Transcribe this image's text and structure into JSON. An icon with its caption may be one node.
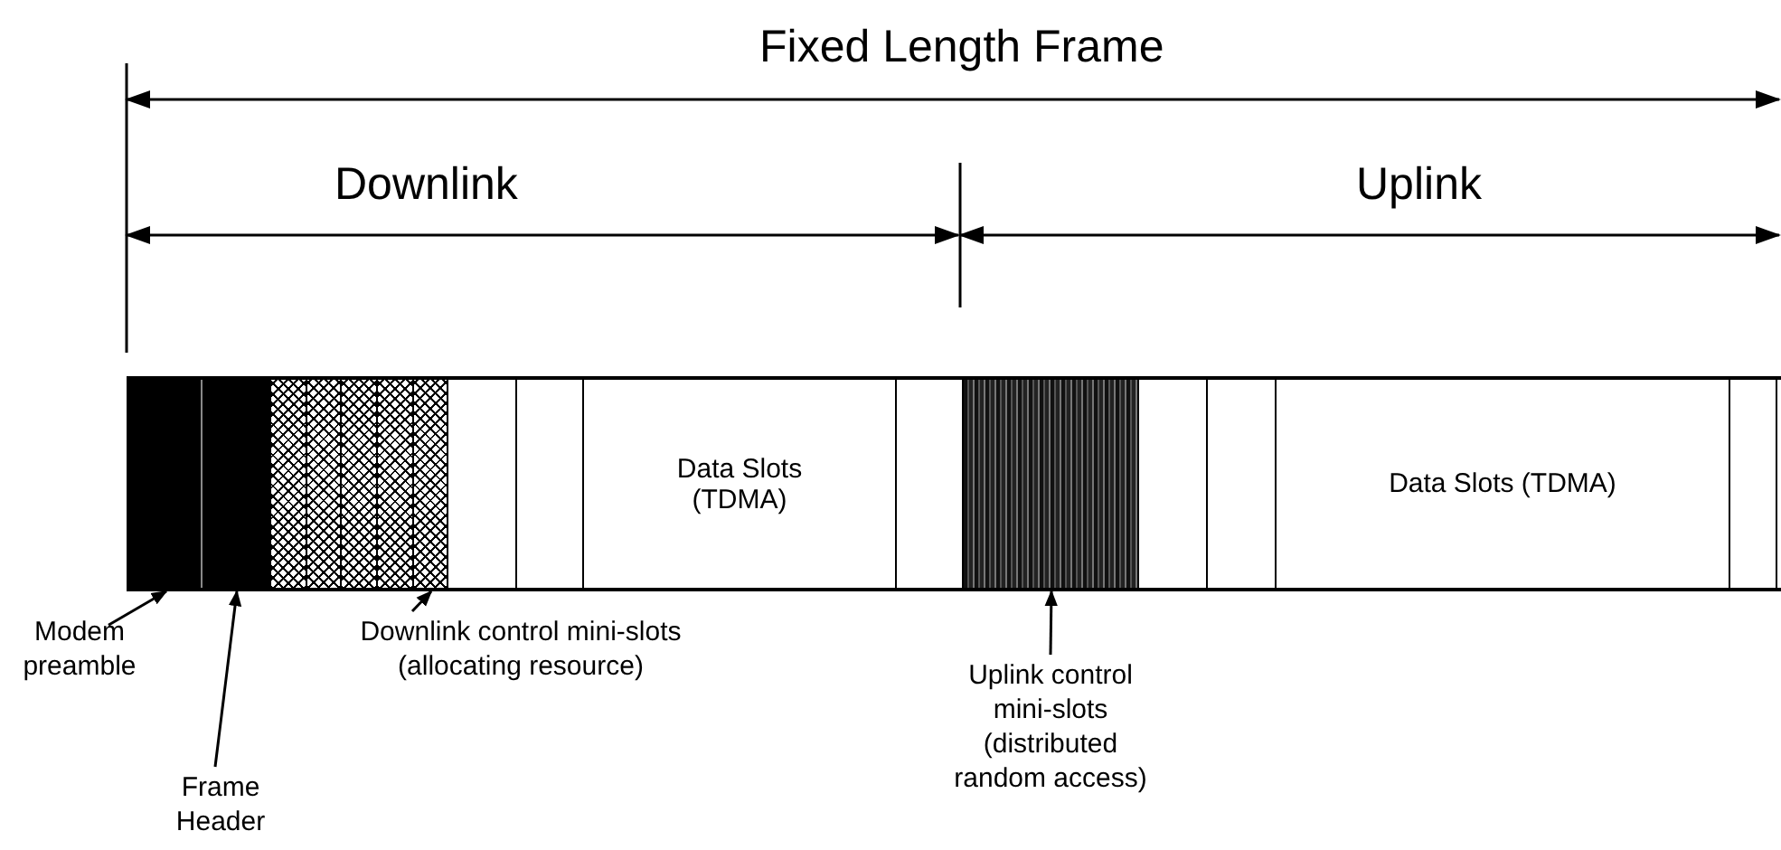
{
  "diagram": {
    "nodes": [
      {
        "text": [],
        "shape": "bar"
      },
      {
        "text": [],
        "shape": "box",
        "in": 0
      },
      {
        "text": [],
        "shape": "box",
        "in": 0
      },
      {
        "text": [],
        "shape": "box",
        "in": 0
      },
      {
        "text": [],
        "shape": "box",
        "in": 0
      },
      {
        "text": [],
        "shape": "box",
        "in": 0
      },
      {
        "text": [],
        "shape": "box",
        "in": 0
      },
      {
        "text": [],
        "shape": "box",
        "in": 0
      },
      {
        "text": [],
        "shape": "box",
        "in": 0
      },
      {
        "text": [],
        "shape": "box",
        "in": 0
      },
      {
        "text": [
          "Data Slots (TDMA)"
        ],
        "in": 0
      },
      {
        "text": [],
        "shape": "box",
        "in": 0
      },
      {
        "text": [],
        "shape": "box",
        "in": 0
      },
      {
        "text": [],
        "shape": "box",
        "in": 0
      },
      {
        "text": [],
        "shape": "box",
        "in": 0
      },
      {
        "text": [
          "Data Slots (TDMA)"
        ],
        "in": 0
      },
      {
        "text": [],
        "shape": "box",
        "in": 0
      },
      {
        "text": [
          "Modem preamble"
        ]
      },
      {
        "text": [
          "Frame Header"
        ]
      },
      {
        "text": [
          "Downlink control mini-slots (allocating resource)"
        ]
      },
      {
        "text": [
          "Uplink control mini-slots (distributed random access)"
        ]
      }
    ],
    "edges": [
      {
        "from": 17,
        "to": 1,
        "arrow": "to"
      },
      {
        "from": 18,
        "to": 2,
        "arrow": "to"
      },
      {
        "from": 19,
        "to": 7,
        "arrow": "to"
      },
      {
        "from": 20,
        "to": 12,
        "arrow": "to"
      }
    ],
    "labels": [
      "Fixed Length Frame",
      "Downlink",
      "Uplink"
    ]
  }
}
